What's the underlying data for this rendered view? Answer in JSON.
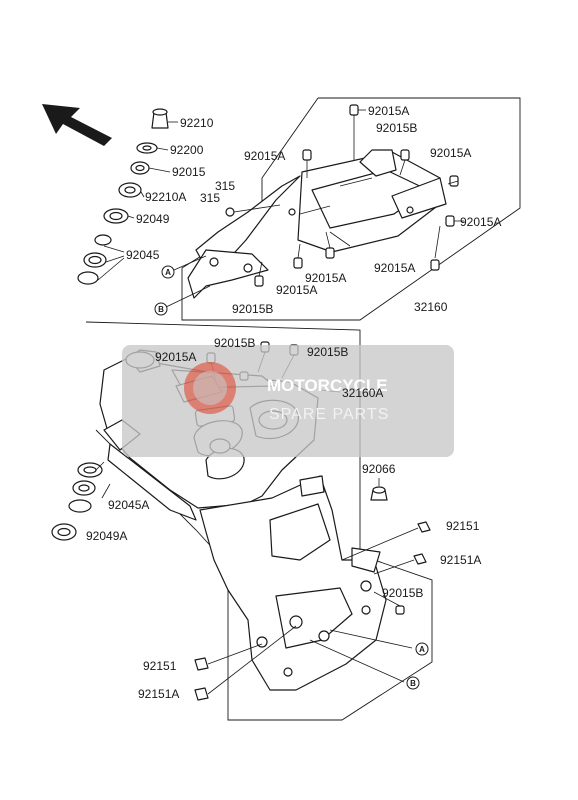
{
  "watermark": {
    "line1": "MOTORCYCLE",
    "line2": "SPARE PARTS",
    "tint": "#c8c8c8",
    "accent": "#e03a20"
  },
  "callouts": {
    "a": "A",
    "b": "B"
  },
  "parts": {
    "p92210": "92210",
    "p92200": "92200",
    "p92015": "92015",
    "p92210a": "92210A",
    "p92049": "92049",
    "p92045": "92045",
    "p315a": "315",
    "p315b": "315",
    "p92015a_1": "92015A",
    "p92015a_2": "92015A",
    "p92015a_3": "92015A",
    "p92015a_4": "92015A",
    "p92015a_5": "92015A",
    "p92015a_6": "92015A",
    "p92015a_7": "92015A",
    "p92015a_8": "92015A",
    "p92015b_1": "92015B",
    "p92015b_2": "92015B",
    "p92015b_3": "92015B",
    "p92015b_4": "92015B",
    "p92015b_5": "92015B",
    "p32160": "32160",
    "p32160a": "32160A",
    "p92066": "92066",
    "p92045a": "92045A",
    "p92049a": "92049A",
    "p92151_r": "92151",
    "p92151a_r": "92151A",
    "p92151_l": "92151",
    "p92151a_l": "92151A"
  }
}
